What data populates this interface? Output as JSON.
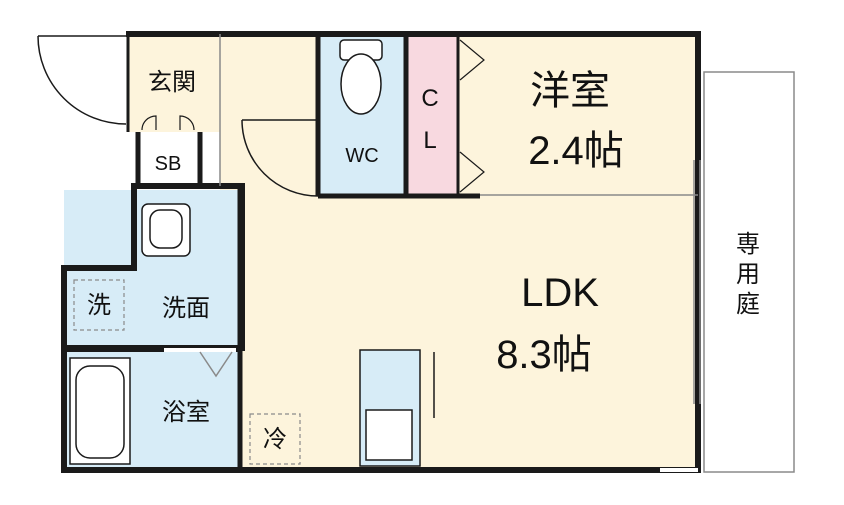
{
  "rooms": {
    "western": {
      "name": "洋室",
      "size": "2.4帖"
    },
    "ldk": {
      "name": "LDK",
      "size": "8.3帖"
    },
    "wc": "WC",
    "closet": [
      "C",
      "L"
    ],
    "entrance": "玄関",
    "shoe_box": "SB",
    "washroom": "洗面",
    "washer": "洗",
    "bath": "浴室",
    "fridge": "冷"
  },
  "garden": [
    "専",
    "用",
    "庭"
  ],
  "colors": {
    "floor": "#fdf4dc",
    "wet": "#d7ecf7",
    "closet": "#f8d9e0",
    "wall": "#1a1a1a",
    "thin": "#8a8a8a"
  }
}
